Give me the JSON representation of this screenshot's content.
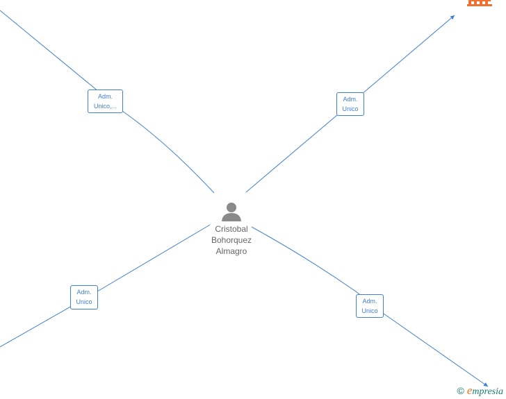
{
  "center": {
    "name_lines": [
      "Cristobal",
      "Bohorquez",
      "Almagro"
    ]
  },
  "edges": [
    {
      "label_lines": [
        "Adm.",
        "Unico,..."
      ]
    },
    {
      "label_lines": [
        "Adm.",
        "Unico"
      ]
    },
    {
      "label_lines": [
        "Adm.",
        "Unico"
      ]
    },
    {
      "label_lines": [
        "Adm.",
        "Unico"
      ]
    }
  ],
  "footer": {
    "copyright": "©",
    "brand_initial": "e",
    "brand_rest": "mpresia"
  },
  "colors": {
    "edge": "#3f7fd6",
    "person_icon": "#8a8a8a",
    "company_icon": "#f07030",
    "brand": "#1a7f6e"
  }
}
